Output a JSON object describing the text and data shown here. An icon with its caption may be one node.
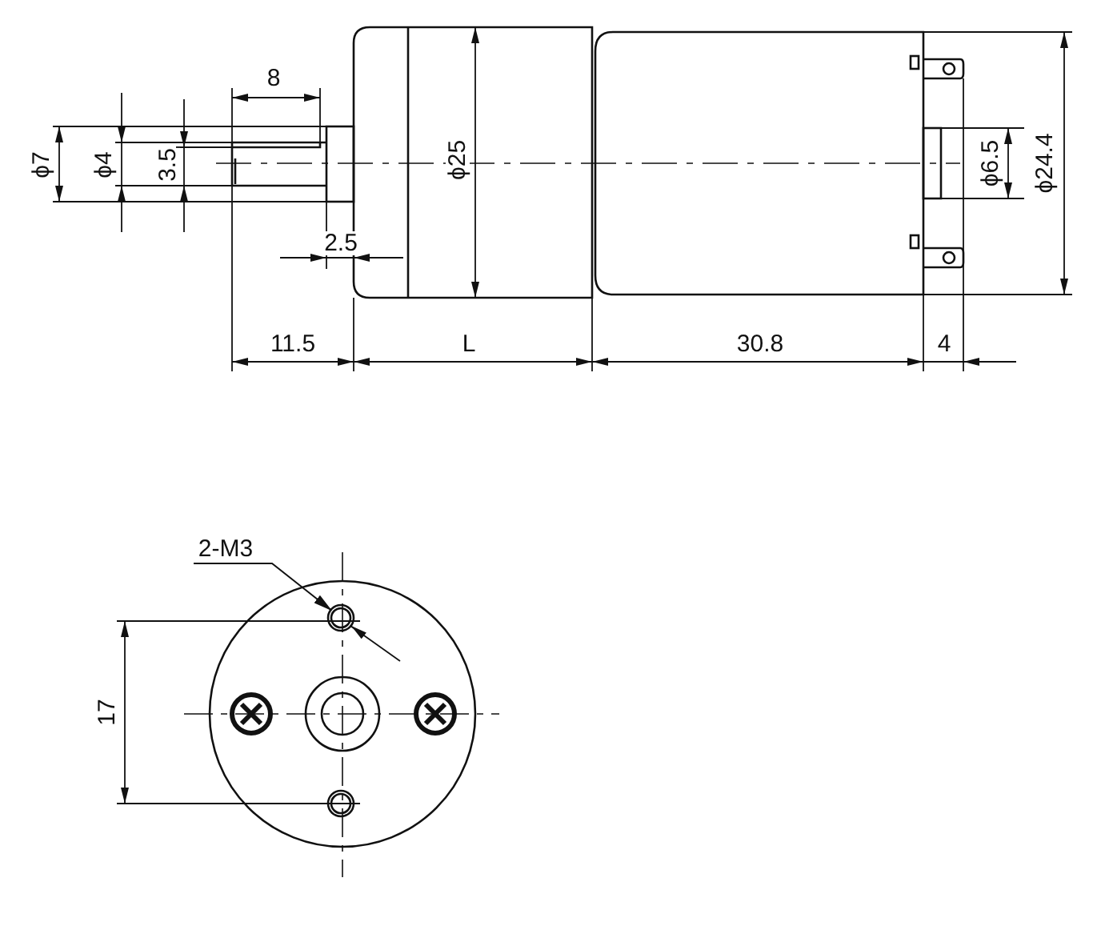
{
  "diagram": {
    "nodes": [
      {
        "text": [
          "2-M3"
        ]
      },
      {
        "text": [],
        "shape": "circle"
      }
    ],
    "edges": [
      {
        "from": 0,
        "to": 1,
        "arrow": "to"
      }
    ],
    "labels": [
      "8",
      "ϕ7",
      "ϕ4",
      "3.5",
      "ϕ25",
      "2.5",
      "11.5",
      "L",
      "30.8",
      "4",
      "ϕ6.5",
      "ϕ24.4",
      "17"
    ]
  }
}
